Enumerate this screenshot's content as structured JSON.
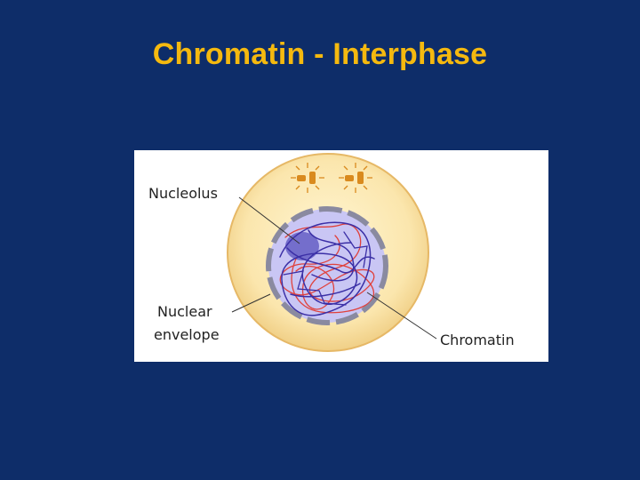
{
  "slide": {
    "title": "Chromatin - Interphase"
  },
  "diagram": {
    "labels": {
      "nucleolus": "Nucleolus",
      "nuclear_envelope_line1": "Nuclear",
      "nuclear_envelope_line2": "envelope",
      "chromatin": "Chromatin"
    },
    "colors": {
      "background": "#0e2d69",
      "title": "#f5b90f",
      "cell": "#fbe6ad",
      "nucleus": "#c9c6f4",
      "envelope": "#8a8aa0",
      "nucleolus": "#6a64c8",
      "chromatin_red": "#e0413c",
      "chromatin_blue": "#3b2fa6",
      "centrosome": "#d98a1e"
    }
  }
}
